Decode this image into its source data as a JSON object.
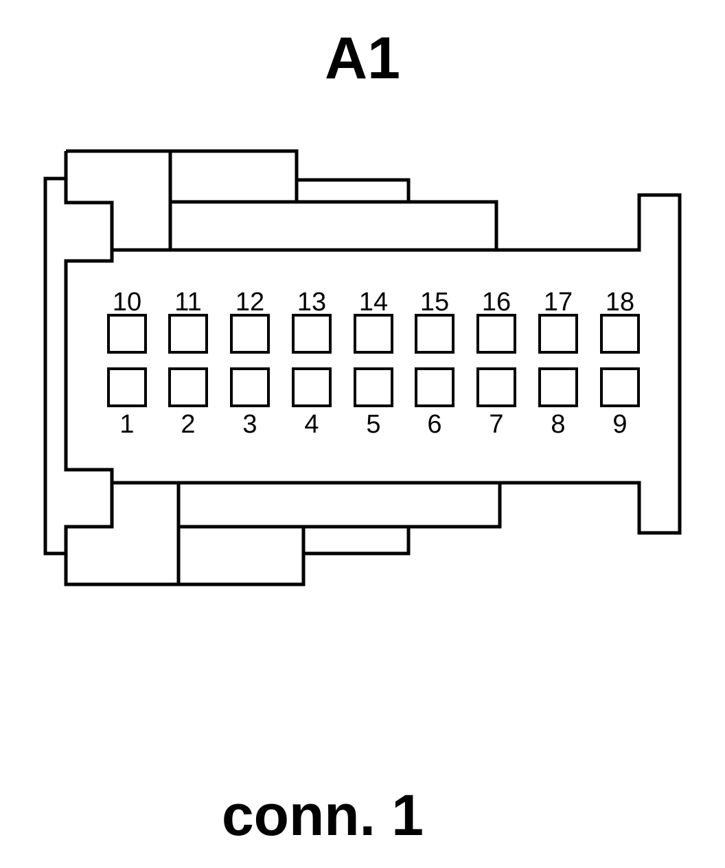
{
  "title": "A1",
  "footer": "conn. 1",
  "pins": {
    "top_row": [
      "10",
      "11",
      "12",
      "13",
      "14",
      "15",
      "16",
      "17",
      "18"
    ],
    "bottom_row": [
      "1",
      "2",
      "3",
      "4",
      "5",
      "6",
      "7",
      "8",
      "9"
    ]
  }
}
